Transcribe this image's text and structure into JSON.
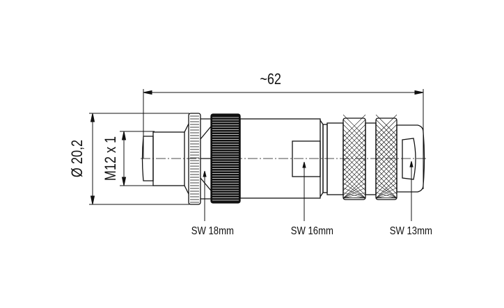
{
  "drawing": {
    "overall_length": "~62",
    "outer_diameter": "Ø 20,2",
    "thread": "M12 x 1",
    "wrench_sizes": [
      "SW 18mm",
      "SW 16mm",
      "SW 13mm"
    ],
    "line_color": "#111111"
  }
}
